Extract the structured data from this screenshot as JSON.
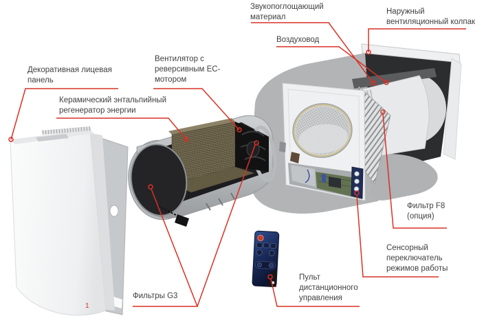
{
  "figure": {
    "type": "exploded-parts-diagram",
    "corner_mark": "1"
  },
  "colors": {
    "leader_red": "#d93025",
    "label_text": "#3f3f3f",
    "remote_navy": "#1b2c5c",
    "insulation_grey": "#b2b5b6",
    "regenerator_tan": "#857b5e",
    "casing_silver": "#b3b6b8",
    "casing_dark": "#1d1d1f",
    "background": "#ffffff"
  },
  "labels": {
    "decorative_panel": {
      "lines": [
        "Декоративная лицевая",
        "панель"
      ]
    },
    "ceramic_regenerator": {
      "lines": [
        "Керамический энтальпийный",
        "регенератор энергии"
      ]
    },
    "fan_ec_motor": {
      "lines": [
        "Вентилятор с",
        "реверсивным EC-",
        "мотором"
      ]
    },
    "sound_absorbing": {
      "lines": [
        "Звукопоглощающий",
        "материал"
      ]
    },
    "air_duct": {
      "lines": [
        "Воздуховод"
      ]
    },
    "outdoor_hood": {
      "lines": [
        "Наружный",
        "вентиляционный колпак"
      ]
    },
    "filter_f8": {
      "lines": [
        "Фильтр F8",
        "(опция)"
      ]
    },
    "touch_switch": {
      "lines": [
        "Сенсорный",
        "переключатель",
        "режимов работы"
      ]
    },
    "remote_control": {
      "lines": [
        "Пульт",
        "дистанционного",
        "управления"
      ]
    },
    "filters_g3": {
      "lines": [
        "Фильтры G3"
      ]
    }
  }
}
